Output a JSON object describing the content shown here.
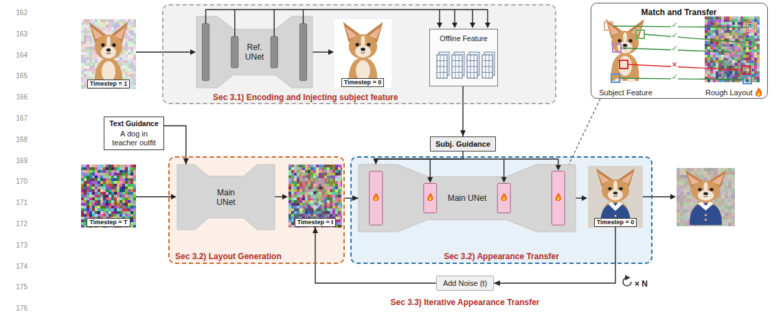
{
  "diagram": {
    "nodes": [
      {
        "text": [
          "Timestep = 1"
        ]
      },
      {
        "text": [
          "Sec 3.1) Encoding and Injecting subject feature"
        ]
      },
      {
        "text": [
          "Ref. UNet"
        ],
        "in": 1
      },
      {
        "text": [
          "Timestep = 0"
        ],
        "in": 1
      },
      {
        "text": [
          "Offline Feature"
        ],
        "in": 1
      },
      {
        "text": [
          "Match and Transfer",
          "Subject Feature",
          "Rough Layout"
        ]
      },
      {
        "text": [
          "Text Guidance",
          "A dog in teacher outfit"
        ]
      },
      {
        "text": [
          "Subj. Guidance"
        ]
      },
      {
        "text": [
          "Timestep = T"
        ]
      },
      {
        "text": [
          "Sec 3.2) Layout Generation"
        ]
      },
      {
        "text": [
          "Main UNet"
        ],
        "in": 9
      },
      {
        "text": [
          "Timestep = t"
        ],
        "in": 9
      },
      {
        "text": [
          "Sec 3.2) Appearance Transfer"
        ]
      },
      {
        "text": [
          "Main UNet"
        ],
        "in": 12
      },
      {
        "text": [
          "Timestep = 0"
        ],
        "in": 12
      },
      {
        "text": [
          "Add Noise (t)"
        ]
      }
    ],
    "edges": [
      {
        "from": 4,
        "to": 7,
        "arrow": "to"
      },
      {
        "from": 6,
        "to": 10,
        "arrow": "to"
      },
      {
        "from": 7,
        "to": 13,
        "arrow": "to"
      },
      {
        "from": 9,
        "to": 13,
        "arrow": "to"
      },
      {
        "from": 14,
        "to": 15,
        "arrow": "to"
      },
      {
        "from": 15,
        "to": 11,
        "arrow": "to"
      }
    ],
    "labels": [
      "162",
      "163",
      "164",
      "165",
      "166",
      "167",
      "168",
      "169",
      "170",
      "171",
      "172",
      "173",
      "174",
      "175",
      "176",
      "Sec 3.3) Iterative Appearance Transfer",
      "× N",
      "✓",
      "✓",
      "✓",
      "✕",
      "✓"
    ]
  }
}
